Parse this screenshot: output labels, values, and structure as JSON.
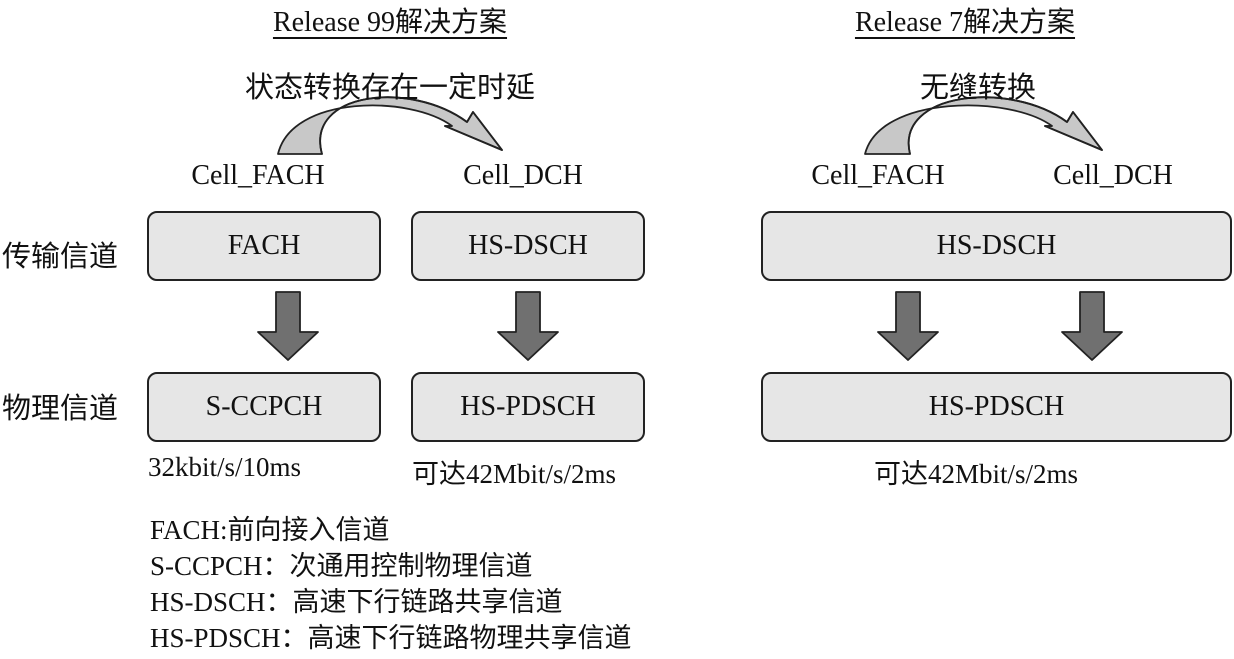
{
  "left_panel": {
    "heading": "Release 99解决方案",
    "caption": "状态转换存在一定时延",
    "state_from": "Cell_FACH",
    "state_to": "Cell_DCH",
    "transport_channels": [
      "FACH",
      "HS-DSCH"
    ],
    "physical_channels": [
      "S-CCPCH",
      "HS-PDSCH"
    ],
    "rates": [
      "32kbit/s/10ms",
      "可达42Mbit/s/2ms"
    ]
  },
  "right_panel": {
    "heading": "Release 7解决方案",
    "caption": "无缝转换",
    "state_from": "Cell_FACH",
    "state_to": "Cell_DCH",
    "transport_channel": "HS-DSCH",
    "physical_channel": "HS-PDSCH",
    "rate": "可达42Mbit/s/2ms"
  },
  "row_labels": {
    "transport": "传输信道",
    "physical": "物理信道"
  },
  "legend": [
    "FACH:前向接入信道",
    "S-CCPCH：次通用控制物理信道",
    "HS-DSCH：高速下行链路共享信道",
    "HS-PDSCH：高速下行链路物理共享信道"
  ],
  "colors": {
    "box_fill": "#e6e6e6",
    "arrow_fill": "#707070",
    "curve_fill": "#c8c8c8",
    "stroke": "#222222"
  }
}
